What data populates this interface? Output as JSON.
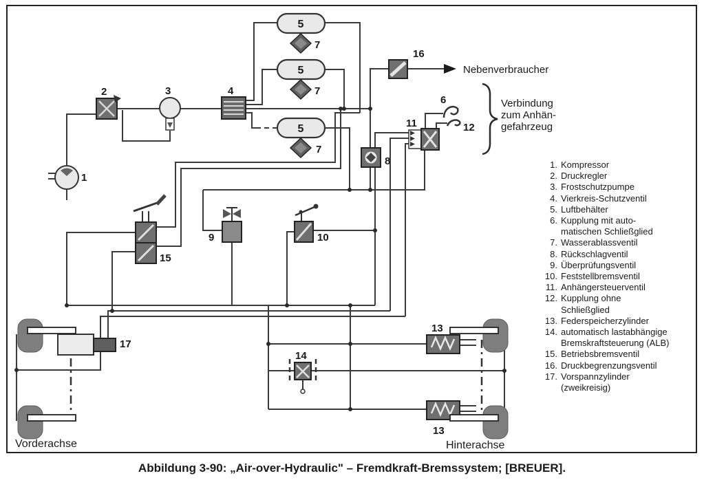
{
  "colors": {
    "line": "#3a3a3a",
    "component_dark": "#6f6f6f",
    "component_light": "#e9e9e9",
    "wheel": "#7e7e7e",
    "text": "#1a1a1a"
  },
  "diagram": {
    "labels": {
      "n1": "1",
      "n2": "2",
      "n3": "3",
      "n4": "4",
      "n5a": "5",
      "n5b": "5",
      "n5c": "5",
      "n6": "6",
      "n7a": "7",
      "n7b": "7",
      "n7c": "7",
      "n8": "8",
      "n9": "9",
      "n10": "10",
      "n11": "11",
      "n12": "12",
      "n13a": "13",
      "n13b": "13",
      "n14": "14",
      "n15": "15",
      "n16": "16",
      "n17": "17"
    },
    "texts": {
      "nebenverbraucher": "Nebenverbraucher",
      "brace_line1": "Verbindung",
      "brace_line2": "zum Anhän-",
      "brace_line3": "gefahrzeug",
      "front_axle": "Vorderachse",
      "rear_axle": "Hinterachse"
    }
  },
  "legend": {
    "items": [
      {
        "num": "1.",
        "label": "Kompressor"
      },
      {
        "num": "2.",
        "label": "Druckregler"
      },
      {
        "num": "3.",
        "label": "Frostschutzpumpe"
      },
      {
        "num": "4.",
        "label": "Vierkreis-Schutzventil"
      },
      {
        "num": "5.",
        "label": "Luftbehälter"
      },
      {
        "num": "6.",
        "label": "Kupplung mit auto-"
      },
      {
        "num": "",
        "label": "matischen Schließglied"
      },
      {
        "num": "7.",
        "label": "Wasserablassventil"
      },
      {
        "num": "8.",
        "label": "Rückschlagventil"
      },
      {
        "num": "9.",
        "label": "Überprüfungsventil"
      },
      {
        "num": "10.",
        "label": "Feststellbremsventil"
      },
      {
        "num": "11.",
        "label": "Anhängersteuerventil"
      },
      {
        "num": "12.",
        "label": "Kupplung ohne"
      },
      {
        "num": "",
        "label": "Schließglied"
      },
      {
        "num": "13.",
        "label": "Federspeicherzylinder"
      },
      {
        "num": "14.",
        "label": "automatisch lastabhängige"
      },
      {
        "num": "",
        "label": "Bremskraftsteuerung (ALB)"
      },
      {
        "num": "15.",
        "label": "Betriebsbremsventil"
      },
      {
        "num": "16.",
        "label": "Druckbegrenzungsventil"
      },
      {
        "num": "17.",
        "label": "Vorspannzylinder"
      },
      {
        "num": "",
        "label": "(zweikreisig)"
      }
    ]
  },
  "caption": {
    "text": "Abbildung 3-90: „Air-over-Hydraulic\" – Fremdkraft-Bremssystem; [BREUER]."
  }
}
